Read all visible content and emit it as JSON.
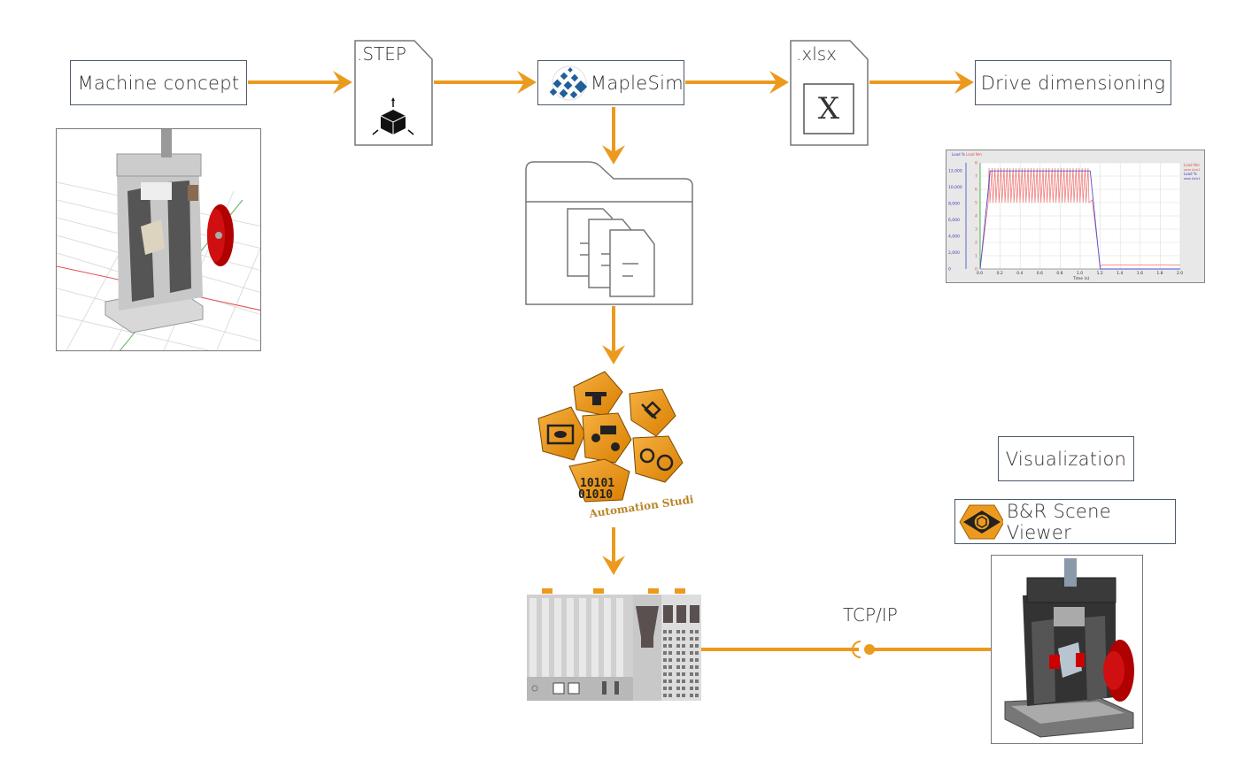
{
  "title": "Machine design workflow",
  "accent_color": "#EC9A1E",
  "nodes": {
    "machine_concept": "Machine concept",
    "step_file": ".STEP",
    "maplesim": "MapleSim",
    "xlsx_file": ".xlsx",
    "xlsx_glyph": "X",
    "drive_dimensioning": "Drive dimensioning",
    "automation_studio": "Automation Studio",
    "visualization": "Visualization",
    "scene_viewer": "B&R Scene Viewer",
    "connection": "TCP/IP"
  },
  "icons": {
    "step": "3d-cube-icon",
    "maplesim": "maplesim-logo-icon",
    "excel": "excel-icon",
    "folder": "folder-documents-icon",
    "automation_studio": "automation-studio-logo-icon",
    "plc": "plc-controller-icon",
    "scene_viewer": "scene-viewer-icon",
    "machine_model": "machine-3d-model",
    "socket": "socket-connector-icon"
  },
  "chart_data": {
    "type": "line",
    "title": "",
    "xlabel": "Time (s)",
    "ylabel_left_outer": "Load %",
    "ylabel_left_inner": "Load Nm",
    "xlim": [
      0,
      2.0
    ],
    "ylim_outer": [
      0,
      13000
    ],
    "ylim_inner": [
      0,
      8
    ],
    "x_ticks": [
      "0.0",
      "0.2",
      "0.4",
      "0.6",
      "0.8",
      "1.0",
      "1.2",
      "1.4",
      "1.6",
      "1.8",
      "2.0"
    ],
    "y_ticks_outer": [
      "0",
      "2,000",
      "4,000",
      "6,000",
      "8,000",
      "10,000",
      "12,000"
    ],
    "y_ticks_inner": [
      "0",
      "1",
      "2",
      "3",
      "4",
      "5",
      "6",
      "7",
      "8"
    ],
    "grid": true,
    "legend_position": "right",
    "legend": [
      {
        "name": "Load Nm",
        "sub": "Axis1",
        "color": "#E05050"
      },
      {
        "name": "Load %",
        "sub": "Axis1",
        "color": "#4040C0"
      }
    ],
    "series": [
      {
        "name": "Load % Axis1",
        "axis": "outer",
        "color": "#5050D0",
        "x": [
          0.0,
          0.1,
          1.1,
          1.2,
          2.0
        ],
        "y": [
          0,
          12000,
          12000,
          0,
          0
        ]
      },
      {
        "name": "Load Nm Axis1",
        "axis": "inner",
        "color": "#F07070",
        "oscillation": {
          "x_start": 0.08,
          "x_end": 1.1,
          "low": 5,
          "high": 7.6,
          "cycles": 34
        },
        "x": [
          0.0,
          0.08,
          1.1,
          1.12,
          1.2,
          1.22,
          2.0
        ],
        "y": [
          0,
          5,
          5,
          5.2,
          0.2,
          0.3,
          0.3
        ]
      }
    ]
  }
}
